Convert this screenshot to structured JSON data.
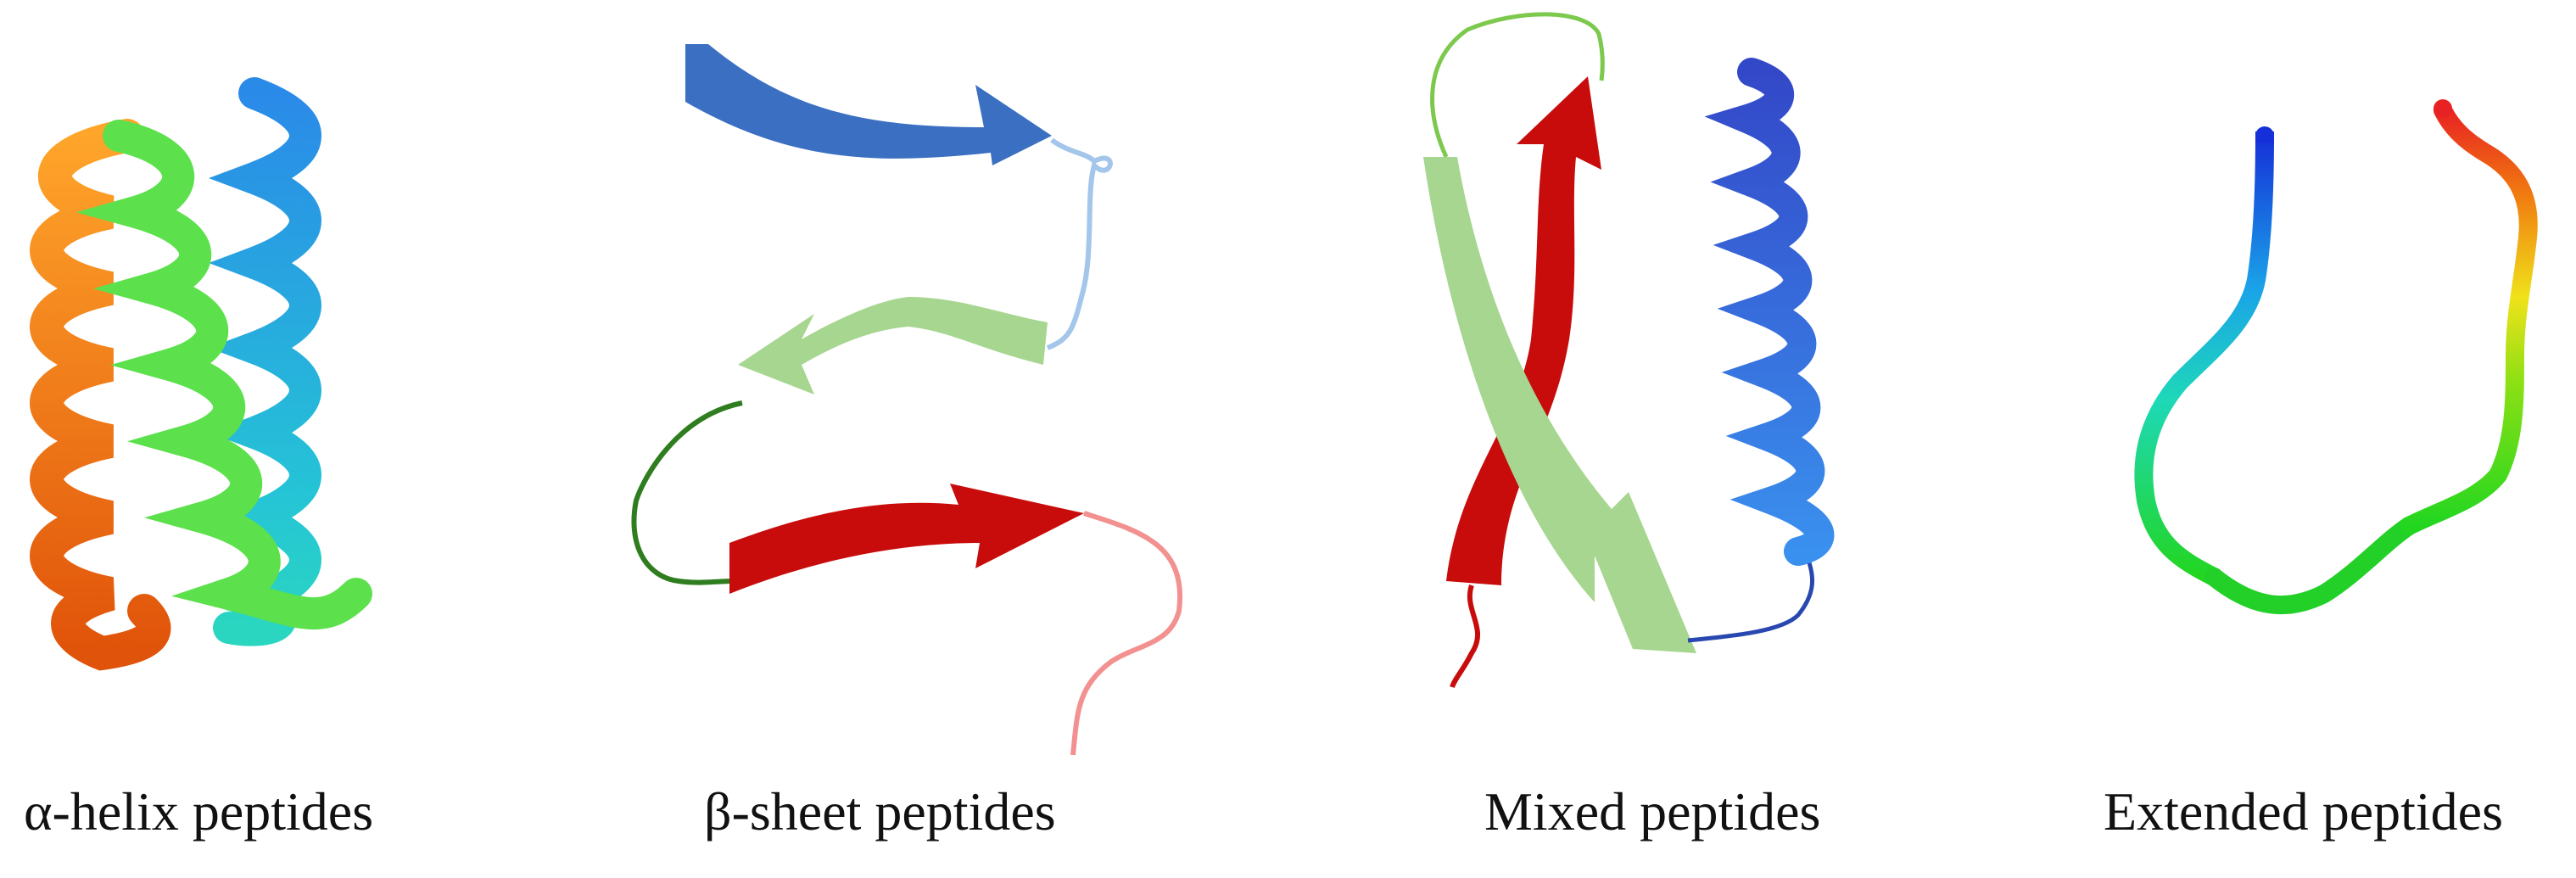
{
  "panels": [
    {
      "id": "alpha",
      "label": "α-helix peptides",
      "icon": "alpha-helix-structure"
    },
    {
      "id": "beta",
      "label": "β-sheet peptides",
      "icon": "beta-sheet-structure"
    },
    {
      "id": "mixed",
      "label": "Mixed peptides",
      "icon": "mixed-structure"
    },
    {
      "id": "extended",
      "label": "Extended peptides",
      "icon": "extended-coil-structure"
    }
  ],
  "colors": {
    "helix_orange": "#ee6a14",
    "helix_green": "#5ae04a",
    "helix_blue": "#2a8ee8",
    "helix_cyan": "#25c7d6",
    "strand_blue": "#3b6fc2",
    "strand_lightgreen": "#a6d68f",
    "strand_red": "#c80c0c",
    "loop_lightblue": "#a3c6ea",
    "loop_darkgreen": "#2e7d1e",
    "loop_pink": "#f39090"
  }
}
